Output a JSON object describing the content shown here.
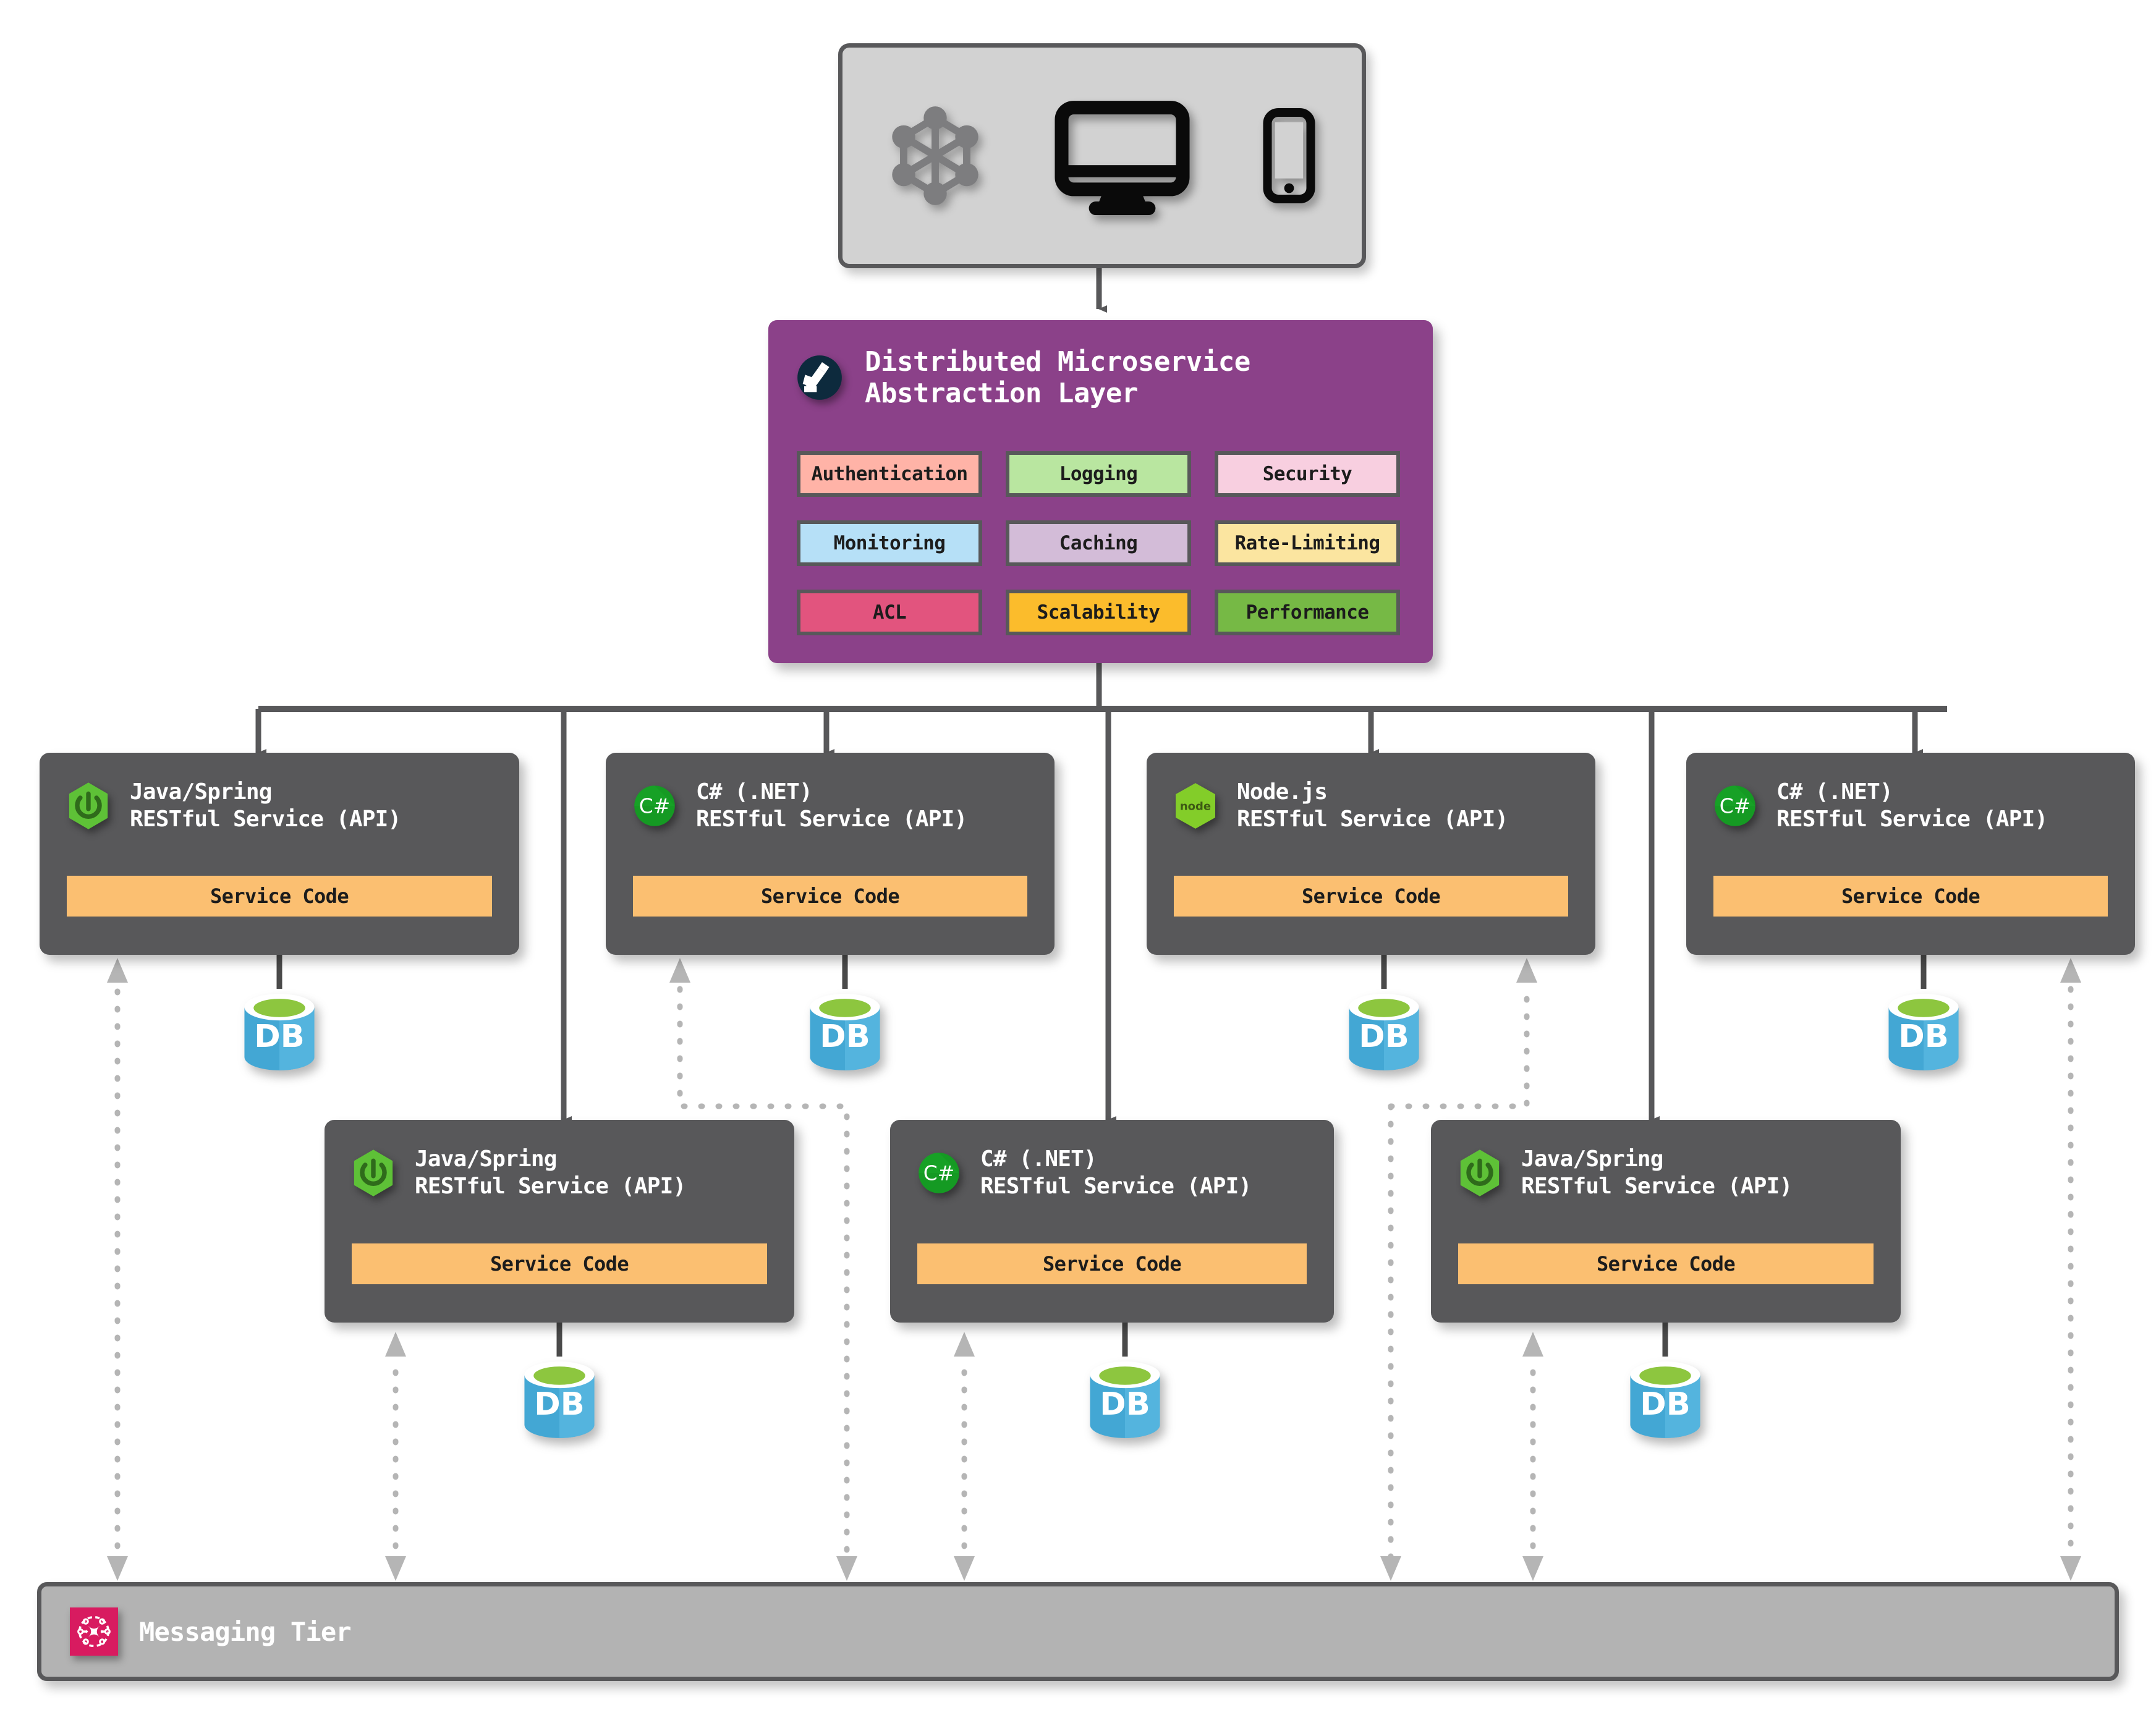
{
  "client_tier": {
    "name": "client-tier",
    "icons": [
      "network-mesh-icon",
      "desktop-monitor-icon",
      "mobile-phone-icon"
    ]
  },
  "abstraction_layer": {
    "logo_icon": "abstraction-layer-logo-icon",
    "title_line1": "Distributed Microservice",
    "title_line2": "Abstraction Layer",
    "background_color": "#8b4189",
    "chips": [
      {
        "label": "Authentication",
        "color": "#ffb3a7"
      },
      {
        "label": "Logging",
        "color": "#b9e6a0"
      },
      {
        "label": "Security",
        "color": "#f8cfe0"
      },
      {
        "label": "Monitoring",
        "color": "#b6e0f7"
      },
      {
        "label": "Caching",
        "color": "#d3bcd8"
      },
      {
        "label": "Rate-Limiting",
        "color": "#fbe5a0"
      },
      {
        "label": "ACL",
        "color": "#e2547e"
      },
      {
        "label": "Scalability",
        "color": "#fbbc2c"
      },
      {
        "label": "Performance",
        "color": "#76b945"
      }
    ]
  },
  "service_row_1": [
    {
      "tech": "Java/Spring",
      "subtitle": "RESTful Service (API)",
      "icon": "spring-leaf-icon",
      "code_label": "Service Code",
      "has_db": true
    },
    {
      "tech": "C# (.NET)",
      "subtitle": "RESTful Service (API)",
      "icon": "csharp-icon",
      "code_label": "Service Code",
      "has_db": true
    },
    {
      "tech": "Node.js",
      "subtitle": "RESTful Service (API)",
      "icon": "nodejs-hex-icon",
      "code_label": "Service Code",
      "has_db": true
    },
    {
      "tech": "C# (.NET)",
      "subtitle": "RESTful Service (API)",
      "icon": "csharp-icon",
      "code_label": "Service Code",
      "has_db": true
    }
  ],
  "service_row_2": [
    {
      "tech": "Java/Spring",
      "subtitle": "RESTful Service (API)",
      "icon": "spring-leaf-icon",
      "code_label": "Service Code",
      "has_db": true
    },
    {
      "tech": "C# (.NET)",
      "subtitle": "RESTful Service (API)",
      "icon": "csharp-icon",
      "code_label": "Service Code",
      "has_db": true
    },
    {
      "tech": "Java/Spring",
      "subtitle": "RESTful Service (API)",
      "icon": "spring-leaf-icon",
      "code_label": "Service Code",
      "has_db": true
    }
  ],
  "database": {
    "label": "DB"
  },
  "messaging_tier": {
    "label": "Messaging Tier",
    "icon": "message-broker-icon",
    "background_color": "#b3b3b3",
    "icon_color": "#d81b60"
  },
  "colors": {
    "service_box": "#58585a",
    "service_code": "#fbbf71",
    "db_body": "#43a7d4",
    "db_top": "#8dc63f",
    "connector_solid": "#58585a",
    "connector_dotted": "#b5b5b5"
  }
}
